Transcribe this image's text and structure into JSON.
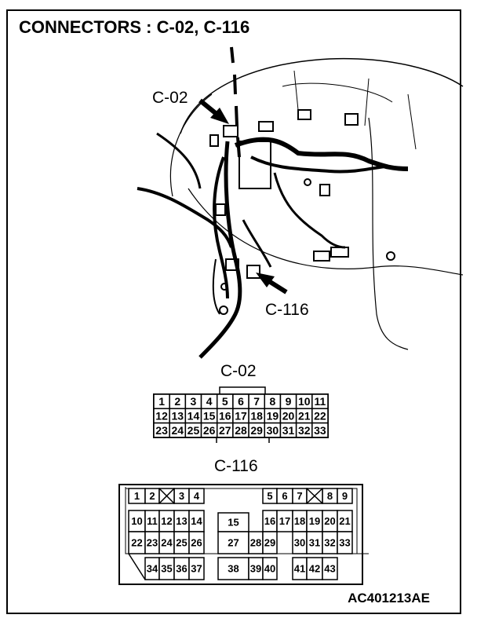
{
  "title": "CONNECTORS : C-02, C-116",
  "callouts": {
    "c02": "C-02",
    "c116": "C-116"
  },
  "c02": {
    "label": "C-02",
    "rows": [
      [
        "1",
        "2",
        "3",
        "4",
        "5",
        "6",
        "7",
        "8",
        "9",
        "10",
        "11"
      ],
      [
        "12",
        "13",
        "14",
        "15",
        "16",
        "17",
        "18",
        "19",
        "20",
        "21",
        "22"
      ],
      [
        "23",
        "24",
        "25",
        "26",
        "27",
        "28",
        "29",
        "30",
        "31",
        "32",
        "33"
      ]
    ]
  },
  "c116": {
    "label": "C-116",
    "cells": [
      "1",
      "2",
      "3",
      "4",
      "5",
      "6",
      "7",
      "8",
      "9",
      "10",
      "11",
      "12",
      "13",
      "14",
      "15",
      "16",
      "17",
      "18",
      "19",
      "20",
      "21",
      "22",
      "23",
      "24",
      "25",
      "26",
      "27",
      "28",
      "29",
      "30",
      "31",
      "32",
      "33",
      "34",
      "35",
      "36",
      "37",
      "38",
      "39",
      "40",
      "41",
      "42",
      "43"
    ]
  },
  "figure_code": "AC401213AE"
}
